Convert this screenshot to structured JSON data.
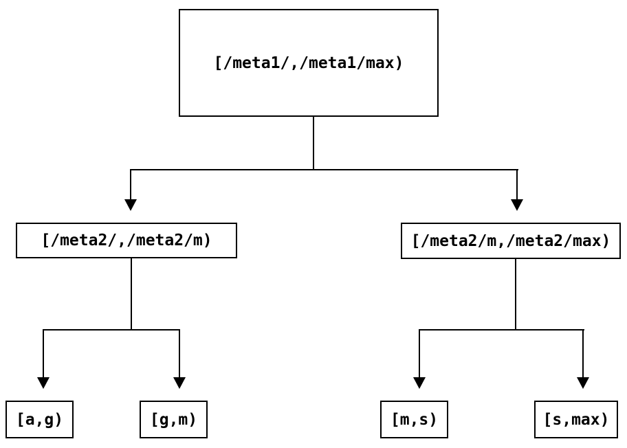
{
  "diagram": {
    "type": "tree",
    "background_color": "#ffffff",
    "line_color": "#000000",
    "nodes": {
      "root": {
        "label": "[/meta1/,/meta1/max)"
      },
      "meta2_low": {
        "label": "[/meta2/,/meta2/m)"
      },
      "meta2_high": {
        "label": "[/meta2/m,/meta2/max)"
      },
      "leaf_ag": {
        "label": "[a,g)"
      },
      "leaf_gm": {
        "label": "[g,m)"
      },
      "leaf_ms": {
        "label": "[m,s)"
      },
      "leaf_smax": {
        "label": "[s,max)"
      }
    },
    "edges": [
      {
        "from": "root",
        "to": "meta2_low"
      },
      {
        "from": "root",
        "to": "meta2_high"
      },
      {
        "from": "meta2_low",
        "to": "leaf_ag"
      },
      {
        "from": "meta2_low",
        "to": "leaf_gm"
      },
      {
        "from": "meta2_high",
        "to": "leaf_ms"
      },
      {
        "from": "meta2_high",
        "to": "leaf_smax"
      }
    ]
  }
}
